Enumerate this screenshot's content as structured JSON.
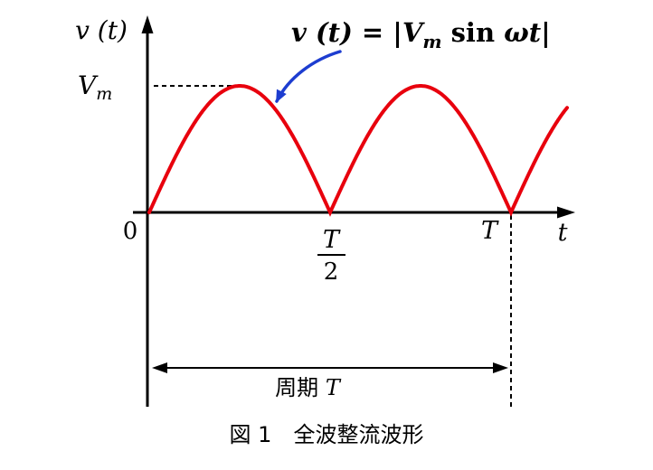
{
  "figure": {
    "y_axis_label": "v (t)",
    "equation": {
      "p1": "v (t) = |V",
      "sub": "m",
      "fn": " sin",
      "p2": " ωt|"
    },
    "peak": {
      "main": "V",
      "sub": "m"
    },
    "origin_label": "0",
    "half_tick": {
      "numerator": "T",
      "denominator": "2"
    },
    "t_tick": "T",
    "x_axis_label": "t",
    "period": {
      "cjk": "周期 ",
      "math": "T"
    },
    "caption": "図 1　全波整流波形"
  },
  "colors": {
    "curve": "#e8000d",
    "annotation_arrow": "#1d3dd0",
    "axis": "#000000"
  },
  "chart_data": {
    "type": "line",
    "title": "図1 全波整流波形",
    "equation": "v(t) = |Vm sin ωt|",
    "xlabel": "t",
    "ylabel": "v(t)",
    "x_ticks": [
      "0",
      "T/2",
      "T"
    ],
    "y_ticks": [
      "Vm"
    ],
    "xlim_periods": [
      0,
      1.155
    ],
    "ylim": [
      0,
      "Vm"
    ],
    "x_extent_periods": 1.155,
    "grid": false,
    "legend": false,
    "series": [
      {
        "name": "v(t) = |Vm sin ωt|",
        "color": "#e8000d",
        "x_periods": [
          0,
          0.125,
          0.25,
          0.375,
          0.5,
          0.625,
          0.75,
          0.875,
          1.0,
          1.125,
          1.155
        ],
        "y_over_Vm": [
          0,
          0.707,
          1.0,
          0.707,
          0,
          0.707,
          1.0,
          0.707,
          0,
          0.707,
          0.827
        ]
      }
    ],
    "annotations": [
      "周期T (double-headed arrow spanning t=0 to t=T)",
      "Vm dashed level line at first peak",
      "blue arrow pointing from equation label to curve"
    ]
  }
}
